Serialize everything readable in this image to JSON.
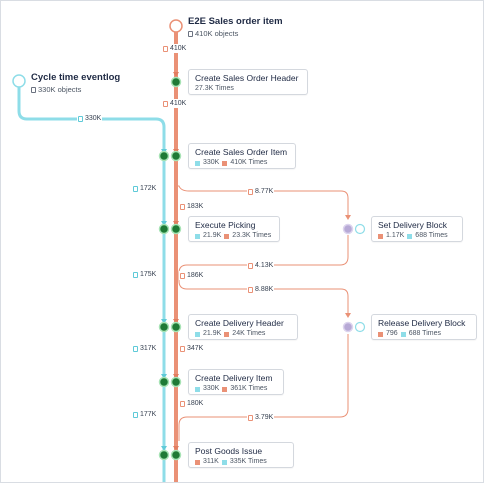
{
  "sources": {
    "sales": {
      "title": "E2E Sales order item",
      "count": "410K objects",
      "color": "#ea9176"
    },
    "cycle": {
      "title": "Cycle time eventlog",
      "count": "330K objects",
      "color": "#8edde8"
    }
  },
  "activities": [
    {
      "name": "Create Sales Order Header",
      "counts": [
        {
          "color": "salmon",
          "text": "27.3K Times"
        }
      ]
    },
    {
      "name": "Create Sales Order Item",
      "counts": [
        {
          "color": "cyan",
          "text": "330K"
        },
        {
          "color": "salmon",
          "text": "410K Times"
        }
      ]
    },
    {
      "name": "Execute Picking",
      "counts": [
        {
          "color": "cyan",
          "text": "21.9K"
        },
        {
          "color": "salmon",
          "text": "23.3K Times"
        }
      ]
    },
    {
      "name": "Set Delivery Block",
      "counts": [
        {
          "color": "salmon",
          "text": "1.17K"
        },
        {
          "color": "cyan",
          "text": "688 Times"
        }
      ]
    },
    {
      "name": "Create Delivery Header",
      "counts": [
        {
          "color": "cyan",
          "text": "21.9K"
        },
        {
          "color": "salmon",
          "text": "24K Times"
        }
      ]
    },
    {
      "name": "Release Delivery Block",
      "counts": [
        {
          "color": "salmon",
          "text": "796"
        },
        {
          "color": "cyan",
          "text": "688 Times"
        }
      ]
    },
    {
      "name": "Create Delivery Item",
      "counts": [
        {
          "color": "cyan",
          "text": "330K"
        },
        {
          "color": "salmon",
          "text": "361K Times"
        }
      ]
    },
    {
      "name": "Post Goods Issue",
      "counts": [
        {
          "color": "salmon",
          "text": "311K"
        },
        {
          "color": "cyan",
          "text": "335K Times"
        }
      ]
    }
  ],
  "edges": [
    {
      "value": "410K",
      "color": "salmon"
    },
    {
      "value": "410K",
      "color": "salmon"
    },
    {
      "value": "330K",
      "color": "cyan"
    },
    {
      "value": "172K",
      "color": "cyan"
    },
    {
      "value": "8.77K",
      "color": "salmon"
    },
    {
      "value": "183K",
      "color": "salmon"
    },
    {
      "value": "175K",
      "color": "cyan"
    },
    {
      "value": "4.13K",
      "color": "salmon"
    },
    {
      "value": "186K",
      "color": "salmon"
    },
    {
      "value": "8.88K",
      "color": "salmon"
    },
    {
      "value": "317K",
      "color": "cyan"
    },
    {
      "value": "347K",
      "color": "salmon"
    },
    {
      "value": "180K",
      "color": "salmon"
    },
    {
      "value": "177K",
      "color": "cyan"
    },
    {
      "value": "3.79K",
      "color": "salmon"
    }
  ],
  "colors": {
    "salmon": "#ea9176",
    "cyan": "#8edde8",
    "node_green": "#1f7a36",
    "node_purple": "#b7a9d6"
  }
}
